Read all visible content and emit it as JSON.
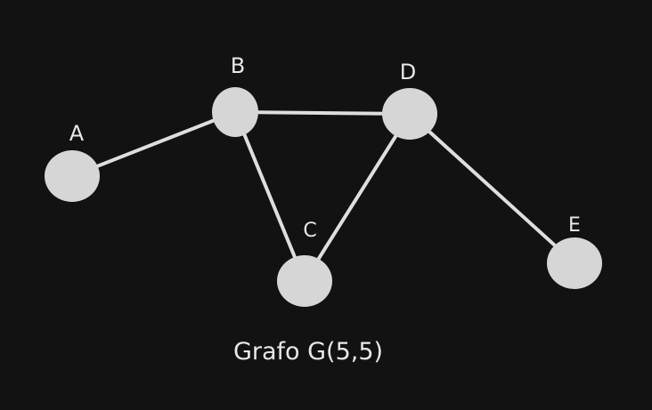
{
  "diagram": {
    "caption": "Grafo G(5,5)",
    "colors": {
      "background": "#121212",
      "node_fill": "#d6d6d6",
      "edge_stroke": "#dedede",
      "label_text": "#e8e8e8"
    },
    "nodes": [
      {
        "id": "A",
        "label": "A"
      },
      {
        "id": "B",
        "label": "B"
      },
      {
        "id": "C",
        "label": "C"
      },
      {
        "id": "D",
        "label": "D"
      },
      {
        "id": "E",
        "label": "E"
      }
    ],
    "edges": [
      {
        "from": "A",
        "to": "B"
      },
      {
        "from": "B",
        "to": "D"
      },
      {
        "from": "B",
        "to": "C"
      },
      {
        "from": "C",
        "to": "D"
      },
      {
        "from": "D",
        "to": "E"
      }
    ]
  }
}
